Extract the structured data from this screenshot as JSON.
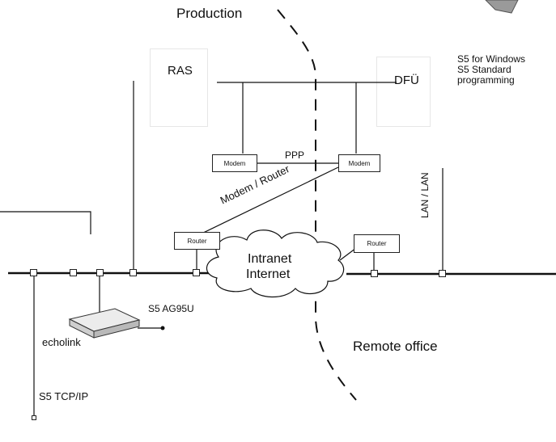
{
  "zones": {
    "production": "Production",
    "remote_office": "Remote office"
  },
  "servers": {
    "ras": "RAS",
    "dfu": "DFÜ",
    "dfu_software": [
      "S5 for Windows",
      "S5 Standard",
      "programming"
    ]
  },
  "devices": {
    "modem_left": "Modem",
    "modem_right": "Modem",
    "router_left": "Router",
    "router_right": "Router",
    "echolink": "echolink",
    "ag95u": "S5 AG95U"
  },
  "links": {
    "ppp": "PPP",
    "modem_router": "Modem / Router",
    "lan_lan": "LAN / LAN",
    "s5_tcpip": "S5 TCP/IP"
  },
  "cloud": {
    "line1": "Intranet",
    "line2": "Internet"
  }
}
